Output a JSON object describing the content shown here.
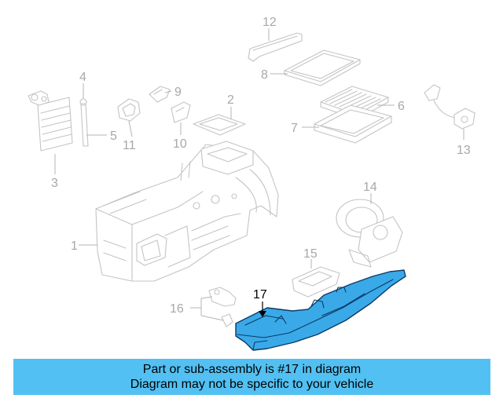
{
  "diagram": {
    "part_labels": [
      "1",
      "2",
      "3",
      "4",
      "5",
      "6",
      "7",
      "8",
      "9",
      "10",
      "11",
      "12",
      "13",
      "14",
      "15",
      "16",
      "17"
    ],
    "highlighted_part": "17"
  },
  "banner": {
    "line1": "Part or sub-assembly is #17 in diagram",
    "line2": "Diagram may not be specific to your vehicle"
  },
  "colors": {
    "banner_background": "#52c0f2",
    "highlight_fill": "#3aa9e8",
    "highlight_outline": "#0b3a66",
    "faded_line": "#c4c4c4"
  }
}
